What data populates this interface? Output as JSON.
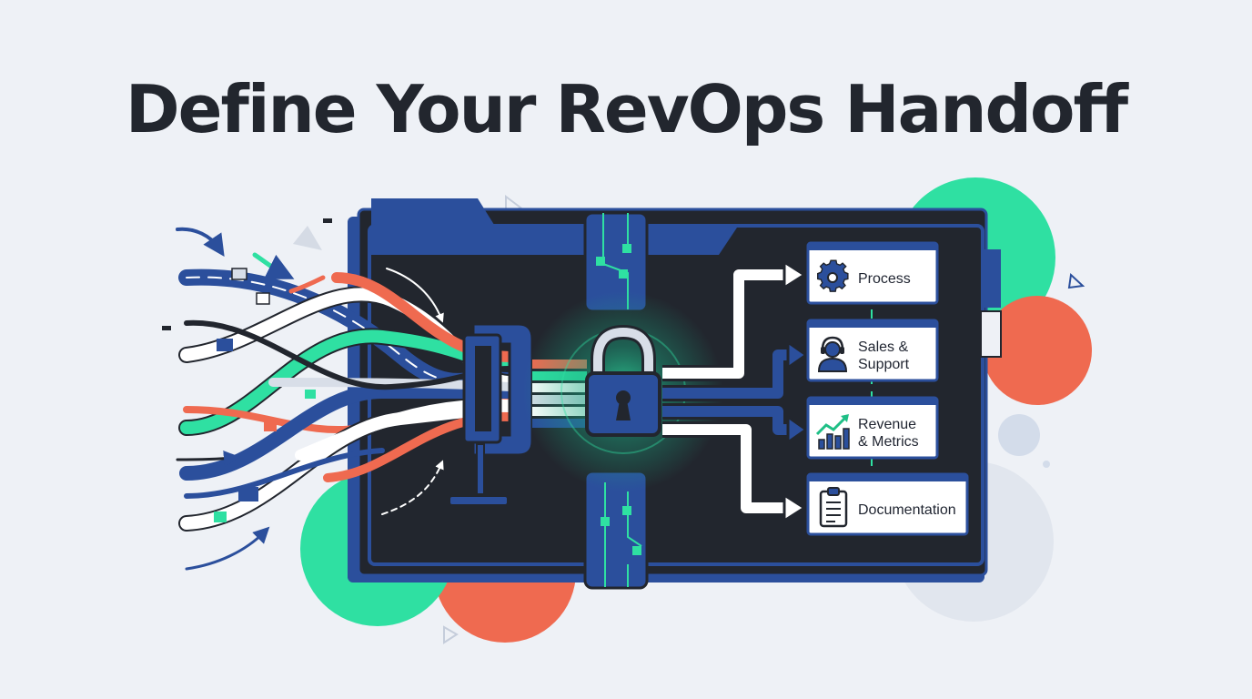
{
  "title": "Define Your RevOps Handoff",
  "cards": [
    {
      "id": "process",
      "lines": [
        "Process"
      ],
      "icon": "gear-icon"
    },
    {
      "id": "sales-support",
      "lines": [
        "Sales &",
        "Support"
      ],
      "icon": "headset-agent-icon"
    },
    {
      "id": "revenue-metrics",
      "lines": [
        "Revenue",
        "& Metrics"
      ],
      "icon": "growth-chart-icon"
    },
    {
      "id": "documentation",
      "lines": [
        "Documentation"
      ],
      "icon": "clipboard-icon"
    }
  ],
  "colors": {
    "background": "#eef1f6",
    "navy": "#2b4f9c",
    "dark_panel": "#22262e",
    "green": "#2fe0a2",
    "coral": "#ef6a50",
    "glow": "#27d7a0"
  }
}
